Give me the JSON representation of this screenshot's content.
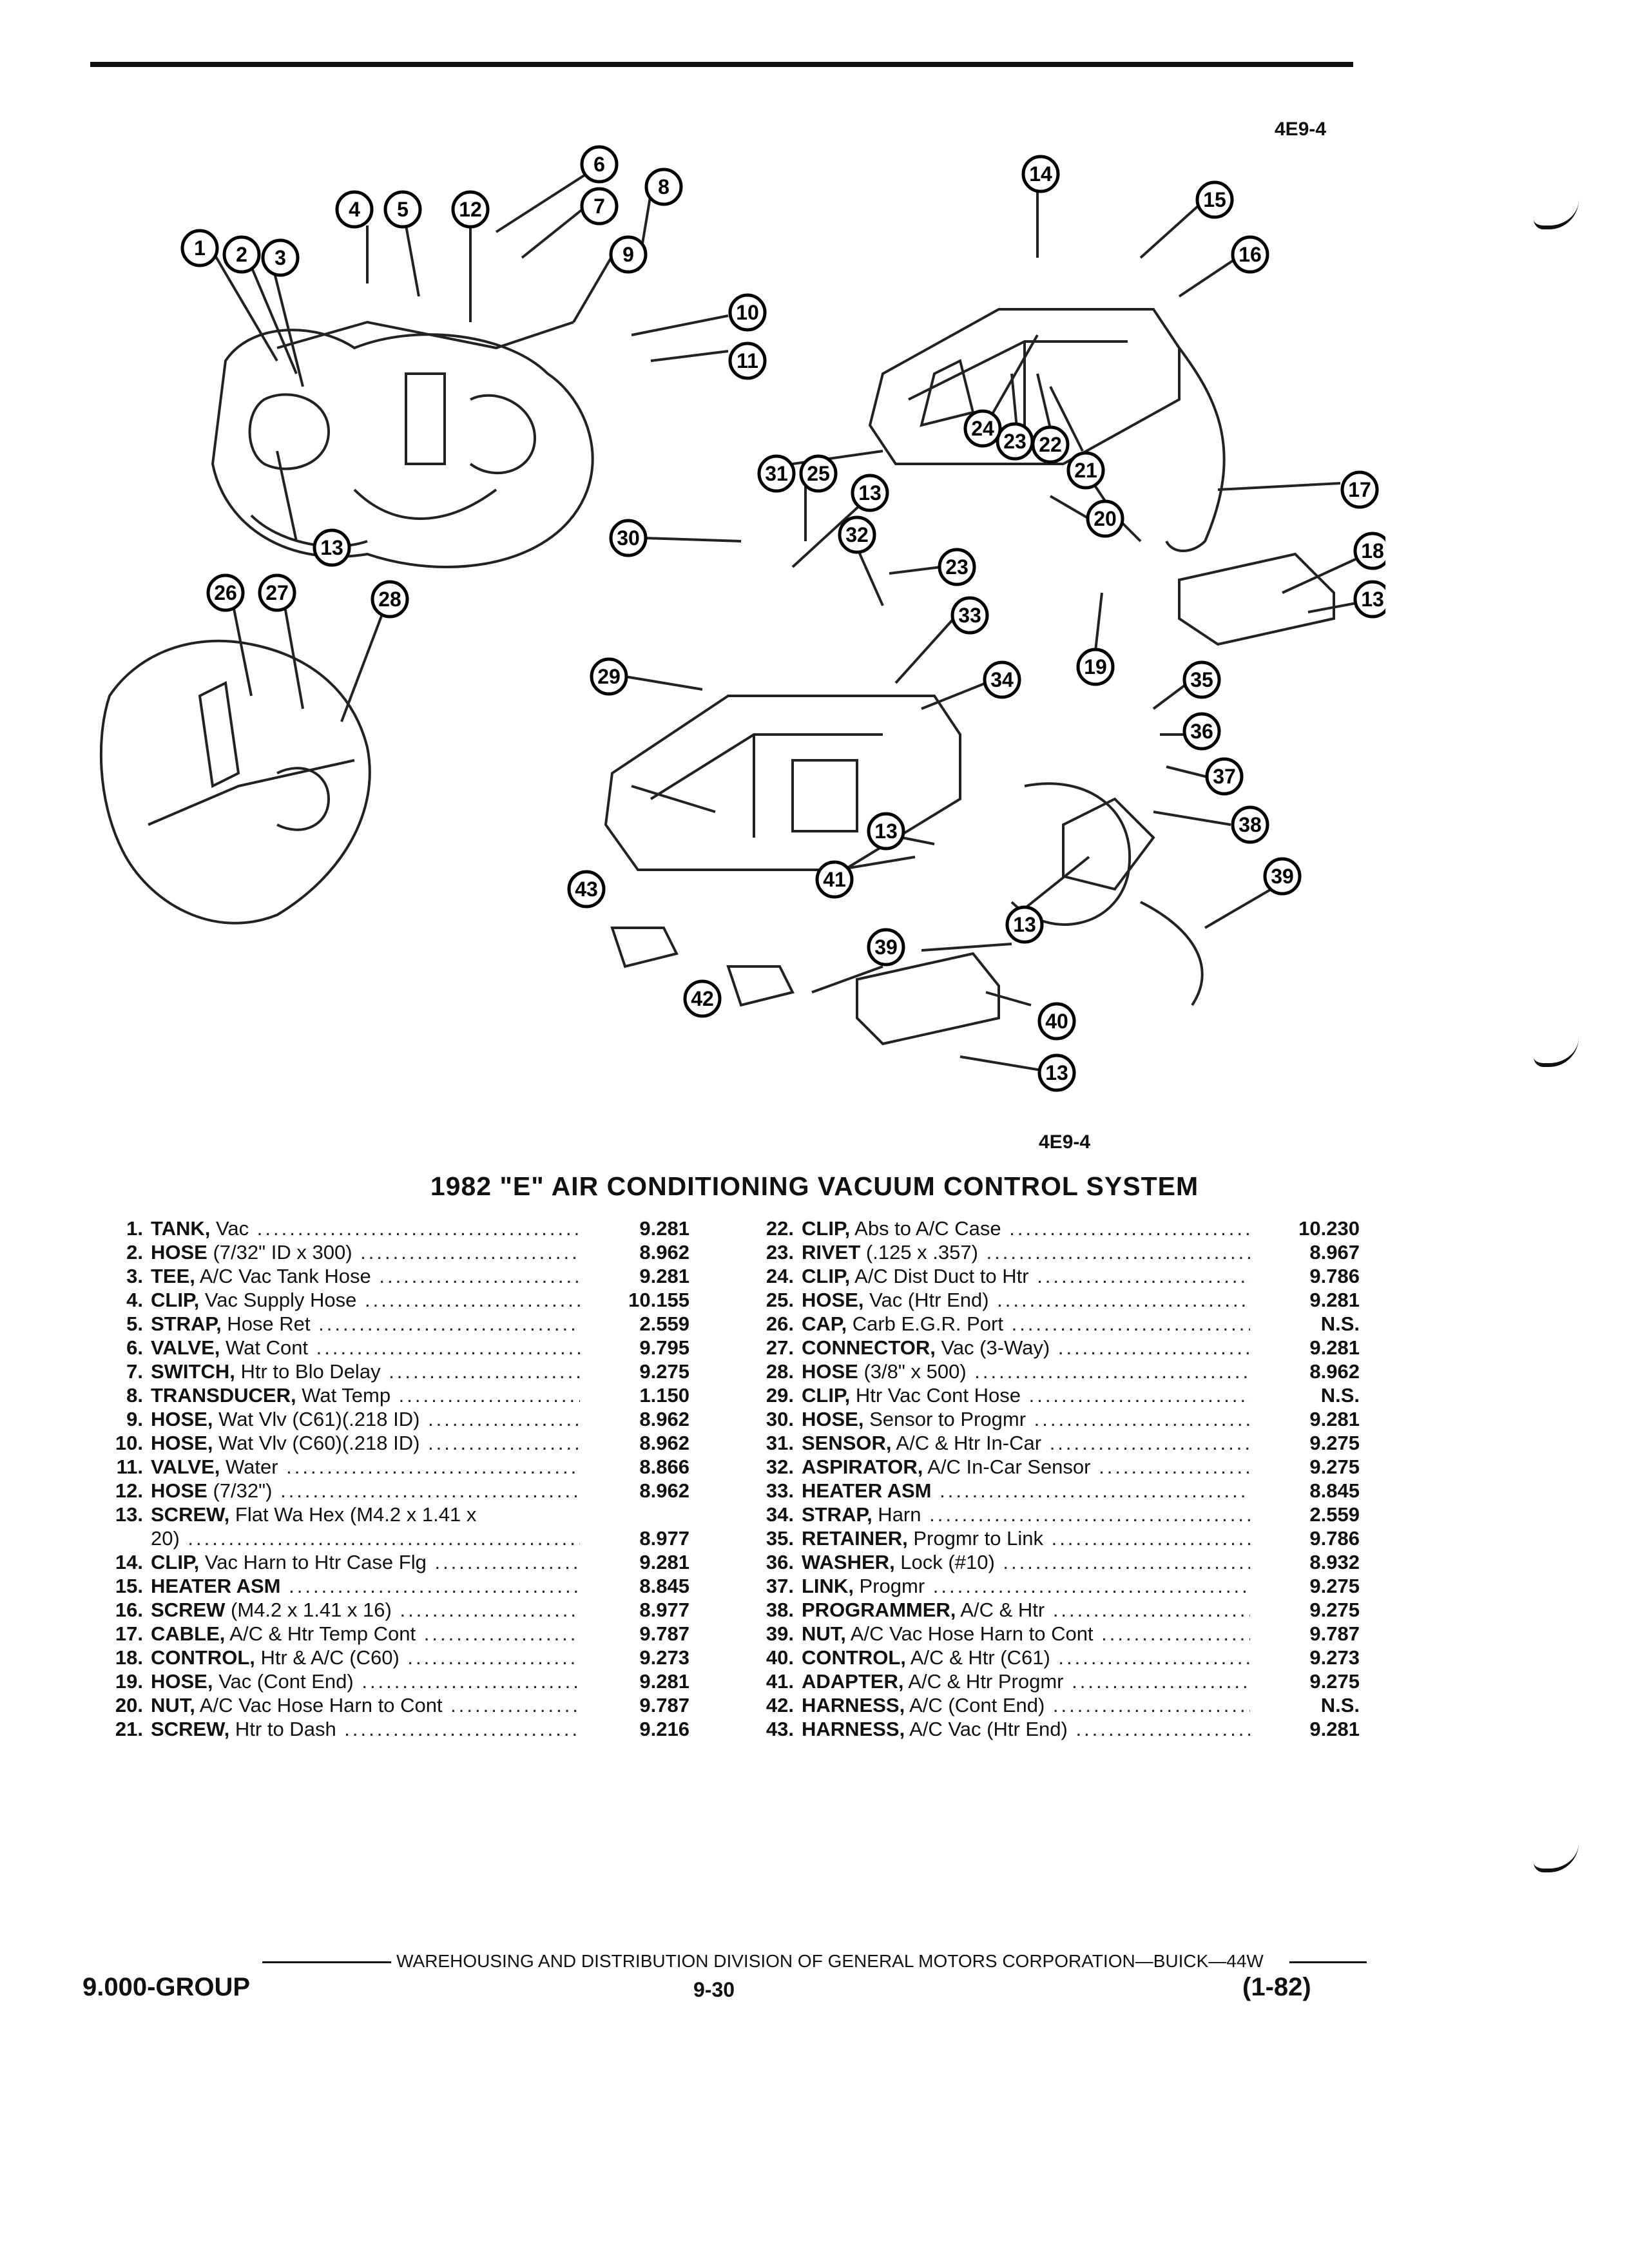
{
  "ref_code": "4E9-4",
  "title": "1982 \"E\" AIR CONDITIONING VACUUM CONTROL SYSTEM",
  "callouts": [
    "1",
    "2",
    "3",
    "4",
    "5",
    "12",
    "6",
    "7",
    "8",
    "9",
    "10",
    "11",
    "13",
    "14",
    "15",
    "16",
    "17",
    "18",
    "13",
    "19",
    "20",
    "21",
    "22",
    "23",
    "24",
    "25",
    "31",
    "13",
    "32",
    "23",
    "33",
    "30",
    "26",
    "27",
    "28",
    "29",
    "34",
    "35",
    "36",
    "37",
    "38",
    "39",
    "13",
    "41",
    "13",
    "39",
    "43",
    "42",
    "40",
    "13"
  ],
  "parts_left": [
    {
      "num": "1.",
      "name": "TANK,",
      "desc": " Vac",
      "code": "9.281"
    },
    {
      "num": "2.",
      "name": "HOSE",
      "desc": " (7/32\" ID x 300)",
      "code": "8.962"
    },
    {
      "num": "3.",
      "name": "TEE,",
      "desc": " A/C Vac Tank Hose",
      "code": "9.281"
    },
    {
      "num": "4.",
      "name": "CLIP,",
      "desc": " Vac Supply Hose",
      "code": "10.155"
    },
    {
      "num": "5.",
      "name": "STRAP,",
      "desc": " Hose Ret",
      "code": "2.559"
    },
    {
      "num": "6.",
      "name": "VALVE,",
      "desc": " Wat Cont",
      "code": "9.795"
    },
    {
      "num": "7.",
      "name": "SWITCH,",
      "desc": " Htr to Blo Delay",
      "code": "9.275"
    },
    {
      "num": "8.",
      "name": "TRANSDUCER,",
      "desc": " Wat Temp",
      "code": "1.150"
    },
    {
      "num": "9.",
      "name": "HOSE,",
      "desc": " Wat Vlv (C61)(.218 ID)",
      "code": "8.962"
    },
    {
      "num": "10.",
      "name": "HOSE,",
      "desc": " Wat Vlv (C60)(.218 ID)",
      "code": "8.962"
    },
    {
      "num": "11.",
      "name": "VALVE,",
      "desc": " Water",
      "code": "8.866"
    },
    {
      "num": "12.",
      "name": "HOSE",
      "desc": " (7/32\")",
      "code": "8.962"
    },
    {
      "num": "13.",
      "name": "SCREW,",
      "desc": " Flat Wa Hex (M4.2 x 1.41 x",
      "code": ""
    },
    {
      "num": "",
      "name": "",
      "desc": "20)",
      "code": "8.977"
    },
    {
      "num": "14.",
      "name": "CLIP,",
      "desc": " Vac Harn to Htr Case Flg",
      "code": "9.281"
    },
    {
      "num": "15.",
      "name": "HEATER ASM",
      "desc": "",
      "code": "8.845"
    },
    {
      "num": "16.",
      "name": "SCREW",
      "desc": " (M4.2 x 1.41 x 16)",
      "code": "8.977"
    },
    {
      "num": "17.",
      "name": "CABLE,",
      "desc": " A/C & Htr Temp Cont",
      "code": "9.787"
    },
    {
      "num": "18.",
      "name": "CONTROL,",
      "desc": " Htr & A/C (C60)",
      "code": "9.273"
    },
    {
      "num": "19.",
      "name": "HOSE,",
      "desc": " Vac (Cont End)",
      "code": "9.281"
    },
    {
      "num": "20.",
      "name": "NUT,",
      "desc": " A/C Vac Hose Harn to Cont",
      "code": "9.787"
    },
    {
      "num": "21.",
      "name": "SCREW,",
      "desc": " Htr to Dash",
      "code": "9.216"
    }
  ],
  "parts_right": [
    {
      "num": "22.",
      "name": "CLIP,",
      "desc": " Abs to A/C Case",
      "code": "10.230"
    },
    {
      "num": "23.",
      "name": "RIVET",
      "desc": " (.125 x .357)",
      "code": "8.967"
    },
    {
      "num": "24.",
      "name": "CLIP,",
      "desc": " A/C Dist Duct to Htr",
      "code": "9.786"
    },
    {
      "num": "25.",
      "name": "HOSE,",
      "desc": " Vac (Htr End)",
      "code": "9.281"
    },
    {
      "num": "26.",
      "name": "CAP,",
      "desc": " Carb E.G.R. Port",
      "code": "N.S."
    },
    {
      "num": "27.",
      "name": "CONNECTOR,",
      "desc": " Vac (3-Way)",
      "code": "9.281"
    },
    {
      "num": "28.",
      "name": "HOSE",
      "desc": " (3/8\" x 500)",
      "code": "8.962"
    },
    {
      "num": "29.",
      "name": "CLIP,",
      "desc": " Htr Vac Cont Hose",
      "code": "N.S."
    },
    {
      "num": "30.",
      "name": "HOSE,",
      "desc": " Sensor to Progmr",
      "code": "9.281"
    },
    {
      "num": "31.",
      "name": "SENSOR,",
      "desc": " A/C & Htr In-Car",
      "code": "9.275"
    },
    {
      "num": "32.",
      "name": "ASPIRATOR,",
      "desc": " A/C In-Car Sensor",
      "code": "9.275"
    },
    {
      "num": "33.",
      "name": "HEATER ASM",
      "desc": "",
      "code": "8.845"
    },
    {
      "num": "34.",
      "name": "STRAP,",
      "desc": " Harn",
      "code": "2.559"
    },
    {
      "num": "35.",
      "name": "RETAINER,",
      "desc": " Progmr to Link",
      "code": "9.786"
    },
    {
      "num": "36.",
      "name": "WASHER,",
      "desc": " Lock (#10)",
      "code": "8.932"
    },
    {
      "num": "37.",
      "name": "LINK,",
      "desc": " Progmr",
      "code": "9.275"
    },
    {
      "num": "38.",
      "name": "PROGRAMMER,",
      "desc": " A/C & Htr",
      "code": "9.275"
    },
    {
      "num": "39.",
      "name": "NUT,",
      "desc": " A/C Vac Hose Harn to Cont",
      "code": "9.787"
    },
    {
      "num": "40.",
      "name": "CONTROL,",
      "desc": " A/C & Htr (C61)",
      "code": "9.273"
    },
    {
      "num": "41.",
      "name": "ADAPTER,",
      "desc": " A/C & Htr Progmr",
      "code": "9.275"
    },
    {
      "num": "42.",
      "name": "HARNESS,",
      "desc": " A/C (Cont End)",
      "code": "N.S."
    },
    {
      "num": "43.",
      "name": "HARNESS,",
      "desc": " A/C Vac (Htr End)",
      "code": "9.281"
    }
  ],
  "footer": {
    "division": "WAREHOUSING AND DISTRIBUTION DIVISION OF GENERAL MOTORS CORPORATION—BUICK—44W",
    "group": "9.000-GROUP",
    "page": "9-30",
    "date": "(1-82)"
  }
}
